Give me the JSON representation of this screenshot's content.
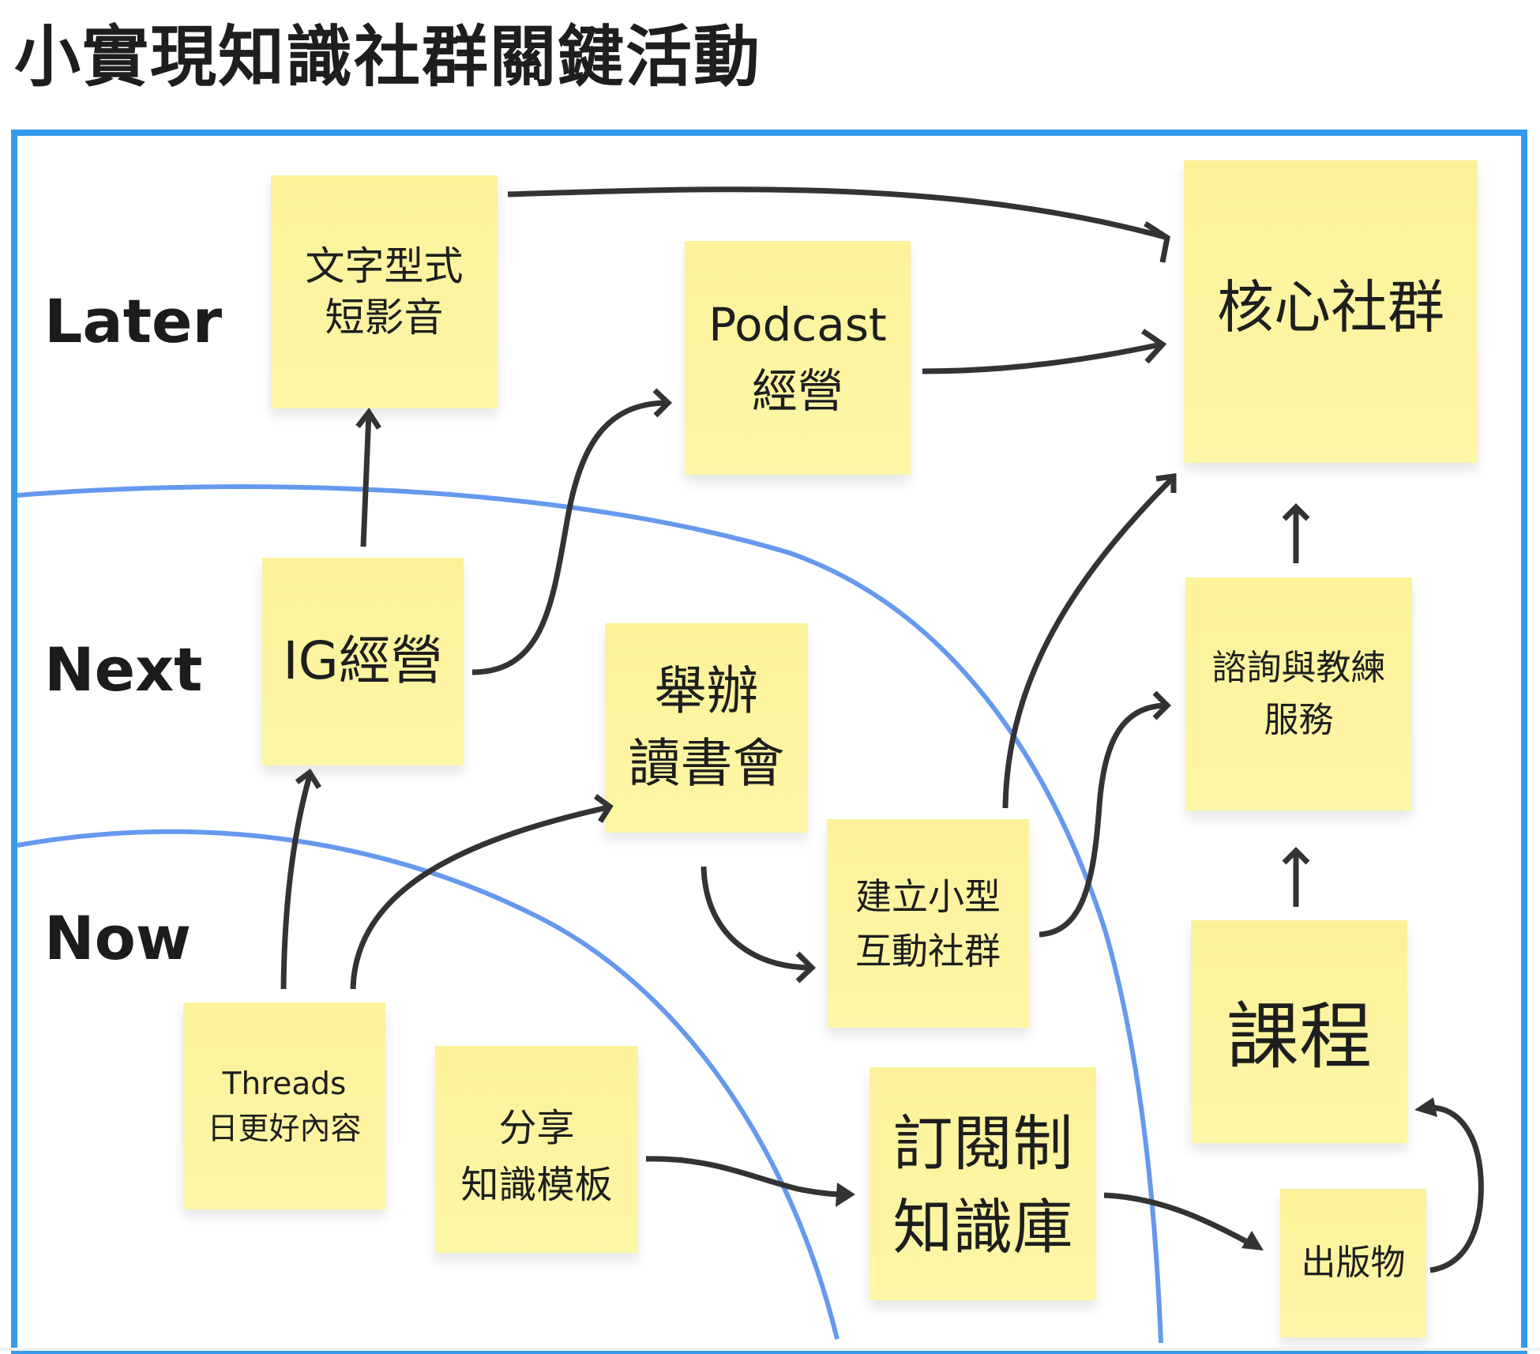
{
  "title": "小實現知識社群關鍵活動",
  "colors": {
    "frame": "#3399ee",
    "lane_divider": "#6699ee",
    "arrow": "#333333",
    "sticky_note": "#fdf49f",
    "text": "#1e1e1e"
  },
  "lanes": [
    {
      "label": "Later"
    },
    {
      "label": "Next"
    },
    {
      "label": "Now"
    }
  ],
  "notes": [
    {
      "id": "text-short-video",
      "text": "文字型式\n短影音",
      "lane": "Later"
    },
    {
      "id": "podcast",
      "text": "Podcast\n經營",
      "lane": "Later"
    },
    {
      "id": "core-community",
      "text": "核心社群",
      "lane": "Later"
    },
    {
      "id": "ig",
      "text": "IG經營",
      "lane": "Next"
    },
    {
      "id": "book-club",
      "text": "舉辦\n讀書會",
      "lane": "Next"
    },
    {
      "id": "consulting",
      "text": "諮詢與教練\n服務",
      "lane": "Later"
    },
    {
      "id": "small-community",
      "text": "建立小型\n互動社群",
      "lane": "Next"
    },
    {
      "id": "course",
      "text": "課程",
      "lane": "Later"
    },
    {
      "id": "threads",
      "text": "Threads\n日更好內容",
      "lane": "Now"
    },
    {
      "id": "templates",
      "text": "分享\n知識模板",
      "lane": "Now"
    },
    {
      "id": "subscription",
      "text": "訂閱制\n知識庫",
      "lane": "Next"
    },
    {
      "id": "publication",
      "text": "出版物",
      "lane": "Next"
    }
  ],
  "connections": [
    {
      "from": "text-short-video",
      "to": "core-community"
    },
    {
      "from": "podcast",
      "to": "core-community"
    },
    {
      "from": "ig",
      "to": "text-short-video"
    },
    {
      "from": "ig",
      "to": "podcast"
    },
    {
      "from": "threads",
      "to": "ig"
    },
    {
      "from": "threads",
      "to": "book-club"
    },
    {
      "from": "book-club",
      "to": "small-community"
    },
    {
      "from": "small-community",
      "to": "core-community"
    },
    {
      "from": "small-community",
      "to": "consulting"
    },
    {
      "from": "consulting",
      "to": "core-community"
    },
    {
      "from": "course",
      "to": "consulting"
    },
    {
      "from": "templates",
      "to": "subscription"
    },
    {
      "from": "subscription",
      "to": "publication"
    },
    {
      "from": "publication",
      "to": "course"
    }
  ]
}
